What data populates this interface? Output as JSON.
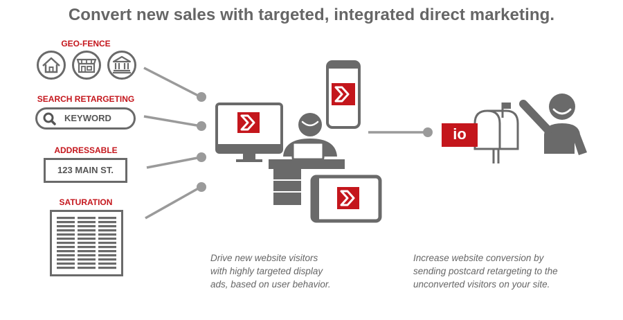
{
  "headline": "Convert new sales with targeted, integrated direct marketing.",
  "colors": {
    "brand_red": "#c4161c",
    "gray": "#666666",
    "light_gray": "#9a9a9a"
  },
  "channels": {
    "geo_fence": {
      "label": "GEO-FENCE",
      "icons": [
        "house-icon",
        "storefront-icon",
        "bank-icon"
      ]
    },
    "search_retargeting": {
      "label": "SEARCH RETARGETING",
      "keyword": "KEYWORD"
    },
    "addressable": {
      "label": "ADDRESSABLE",
      "address": "123 MAIN ST."
    },
    "saturation": {
      "label": "SATURATION"
    }
  },
  "postcard_badge": "io",
  "captions": {
    "display": [
      "Drive new website visitors",
      "with highly targeted display",
      "ads, based on user behavior."
    ],
    "postcard": [
      "Increase website conversion by",
      "sending postcard retargeting to the",
      "unconverted visitors on your site."
    ]
  }
}
